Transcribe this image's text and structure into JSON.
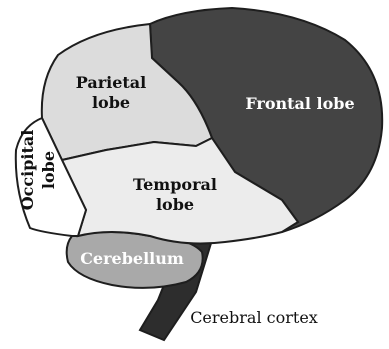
{
  "labels": {
    "parietal_1": "Parietal",
    "parietal_2": "lobe",
    "frontal": "Frontal lobe",
    "occipital_1": "Occipital",
    "occipital_2": "lobe",
    "temporal_1": "Temporal",
    "temporal_2": "lobe",
    "cerebellum": "Cerebellum",
    "caption": "Cerebral cortex"
  },
  "colors": {
    "frontal": "#444444",
    "parietal": "#dcdcdc",
    "temporal": "#ececec",
    "occipital": "#ffffff",
    "cerebellum": "#a9a9a9",
    "brainstem": "#2d2d2d",
    "outline": "#1e1e1e"
  }
}
